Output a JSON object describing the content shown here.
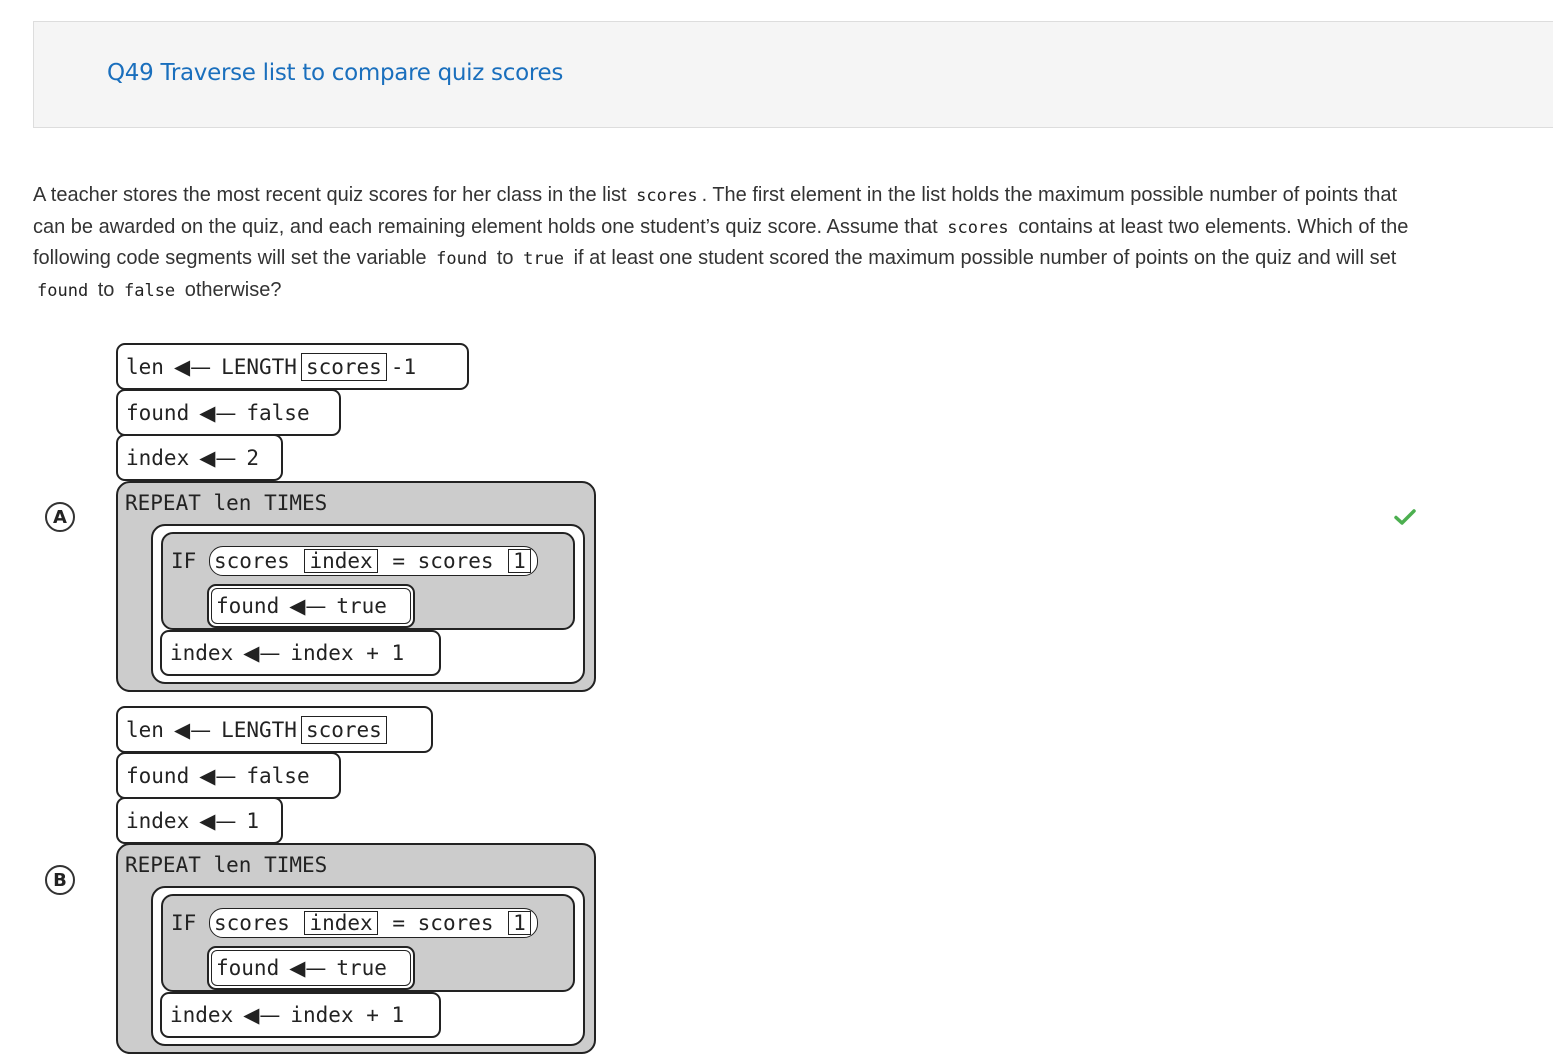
{
  "header": {
    "title": "Q49 Traverse list to compare quiz scores"
  },
  "question": {
    "t1": "A teacher stores the most recent quiz scores for her class in the list ",
    "c1": "scores",
    "t2": ". The first element in the list holds the maximum possible number of points that can be awarded on the quiz, and each remaining element holds one student’s quiz score. Assume that ",
    "c2": "scores",
    "t3": " contains at least two elements. Which of the following code segments will set the variable ",
    "c3": "found",
    "t4": " to ",
    "c4": "true",
    "t5": " if at least one student scored the maximum possible number of points on the quiz and will set ",
    "c5": "found",
    "t6": " to ",
    "c6": "false",
    "t7": " otherwise?"
  },
  "options": [
    {
      "letter": "A",
      "correct": true,
      "len_var": "len",
      "len_fn": "LENGTH",
      "len_arg": "scores",
      "len_suffix": "-1",
      "found_var": "found",
      "found_init": "false",
      "index_var": "index",
      "index_init": "2",
      "repeat": "REPEAT len TIMES",
      "if_kw": "IF",
      "cond_list": "scores",
      "cond_index": "index",
      "cond_eq": "=",
      "cond_list2": "scores",
      "cond_index2": "1",
      "body_var": "found",
      "body_val": "true",
      "inc_var": "index",
      "inc_expr": "index + 1"
    },
    {
      "letter": "B",
      "correct": false,
      "len_var": "len",
      "len_fn": "LENGTH",
      "len_arg": "scores",
      "len_suffix": "",
      "found_var": "found",
      "found_init": "false",
      "index_var": "index",
      "index_init": "1",
      "repeat": "REPEAT len TIMES",
      "if_kw": "IF",
      "cond_list": "scores",
      "cond_index": "index",
      "cond_eq": "=",
      "cond_list2": "scores",
      "cond_index2": "1",
      "body_var": "found",
      "body_val": "true",
      "inc_var": "index",
      "inc_expr": "index + 1"
    }
  ],
  "colors": {
    "accent": "#1a6fbd",
    "correct": "#4caf50",
    "block_gray": "#cccccc"
  },
  "icons": {
    "correct": "check-icon"
  }
}
